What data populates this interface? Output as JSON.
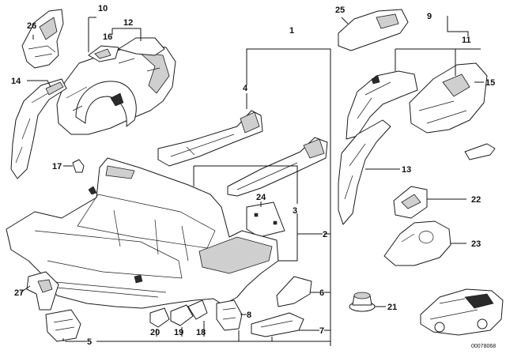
{
  "diagram": {
    "callouts": {
      "c1": "1",
      "c2": "2",
      "c3": "3",
      "c4": "4",
      "c5": "5",
      "c6": "6",
      "c7": "7",
      "c8": "8",
      "c9": "9",
      "c10": "10",
      "c11": "11",
      "c12": "12",
      "c13": "13",
      "c14": "14",
      "c15": "15",
      "c16": "16",
      "c17": "17",
      "c18": "18",
      "c19": "19",
      "c20": "20",
      "c21": "21",
      "c22": "22",
      "c23": "23",
      "c24": "24",
      "c25": "25",
      "c26": "26",
      "c27": "27"
    },
    "image_code": "00078068"
  }
}
